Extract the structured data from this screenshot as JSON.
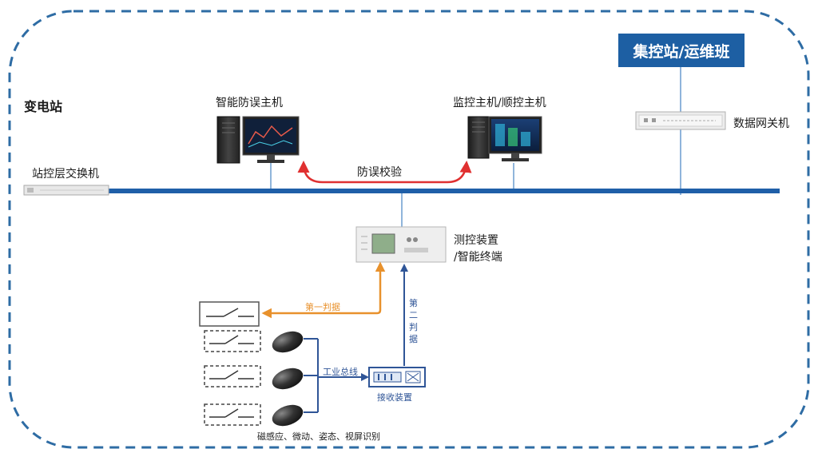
{
  "labels": {
    "substation": "变电站",
    "control_center": "集控站/运维班",
    "data_gateway": "数据网关机",
    "station_switch": "站控层交换机",
    "anti_misop_host": "智能防误主机",
    "monitor_host": "监控主机/顺控主机",
    "anti_misop_check": "防误校验",
    "measure_control_1": "测控装置",
    "measure_control_2": "/智能终端",
    "first_judgement": "第一判据",
    "second_judgement": "第\n二\n判\n据",
    "industrial_bus": "工业总线",
    "receiver": "接收装置",
    "sensors": "磁感应、微动、姿态、视屏识别"
  },
  "colors": {
    "border_dash": "#2e6ca4",
    "bus_line": "#1f5fa8",
    "check_arrow": "#e03030",
    "first_arrow": "#e8912c",
    "second_arrow": "#2f5597",
    "box_fill": "#1d5fa3"
  }
}
